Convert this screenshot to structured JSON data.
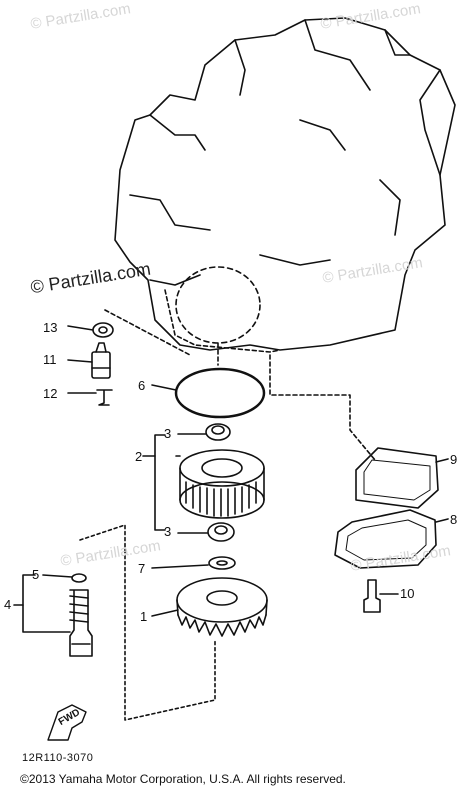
{
  "watermarks": {
    "top": "© Partzilla.com",
    "top_right": "© Partzilla.com",
    "center": "© Partzilla.com",
    "mid_right": "© Partzilla.com",
    "lower_left": "© Partzilla.com",
    "lower_right": "© Partzilla.com"
  },
  "callouts": {
    "c1": "1",
    "c2": "2",
    "c3a": "3",
    "c3b": "3",
    "c4": "4",
    "c5": "5",
    "c6": "6",
    "c7": "7",
    "c8": "8",
    "c9": "9",
    "c10": "10",
    "c11": "11",
    "c12": "12",
    "c13": "13"
  },
  "forward_label": "FWD",
  "diagram_code": "12R110-3070",
  "copyright": "©2013  Yamaha Motor Corporation, U.S.A. All rights reserved.",
  "colors": {
    "line": "#111111",
    "watermark": "#d6d6d6"
  }
}
